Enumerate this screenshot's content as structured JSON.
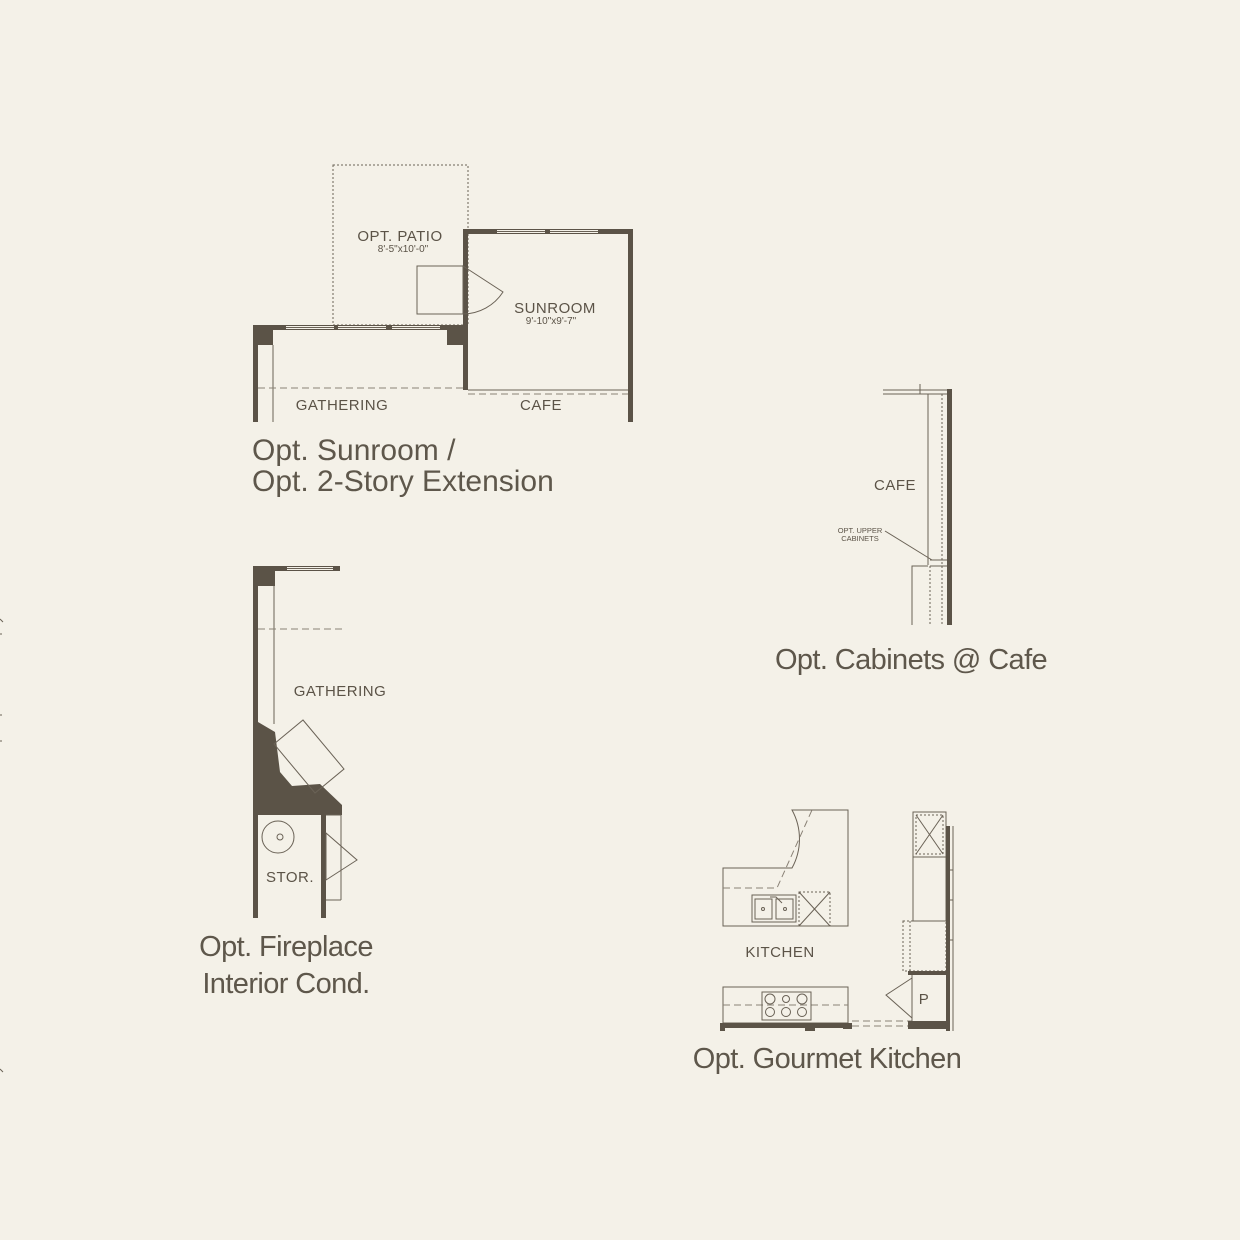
{
  "plans": {
    "sunroom": {
      "patio_label": "OPT. PATIO",
      "patio_dims": "8'-5\"x10'-0\"",
      "sunroom_label": "SUNROOM",
      "sunroom_dims": "9'-10\"x9'-7\"",
      "gathering_label": "GATHERING",
      "cafe_label": "CAFE",
      "caption_line1": "Opt. Sunroom /",
      "caption_line2": "Opt. 2-Story Extension"
    },
    "cabinets": {
      "cafe_label": "CAFE",
      "upper_cab_line1": "OPT. UPPER",
      "upper_cab_line2": "CABINETS",
      "caption": "Opt. Cabinets @ Cafe"
    },
    "fireplace": {
      "gathering_label": "GATHERING",
      "storage_label": "STOR.",
      "caption_line1": "Opt. Fireplace",
      "caption_line2": "Interior Cond."
    },
    "kitchen": {
      "kitchen_label": "KITCHEN",
      "pantry_label": "P",
      "caption": "Opt. Gourmet Kitchen"
    }
  },
  "colors": {
    "background": "#f4f1e8",
    "walls": "#5b5347",
    "text": "#5e574b"
  }
}
